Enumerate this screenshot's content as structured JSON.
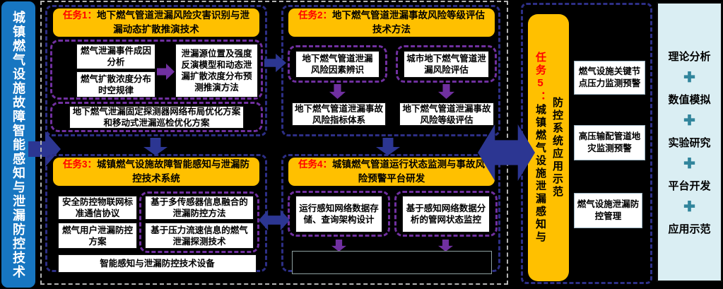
{
  "banner": {
    "text": "城镇燃气设施故障智能感知与泄漏防控技术"
  },
  "colors": {
    "banner_blue": "#1776c1",
    "header_orange": "#ffc000",
    "label_red": "#ff0000",
    "frame_navy": "#2d2f86",
    "arrow_navy": "#2c3692",
    "purple": "#7030a0",
    "panel_teal_bg": "#daeef3",
    "plus_teal": "#31859c"
  },
  "tasks": [
    {
      "label": "任务1：",
      "title": "地下燃气管道泄漏风险灾害识别与泄漏动态扩散推演技术",
      "boxes": {
        "cause": "燃气泄漏事件成因分析",
        "distribution": "燃气扩散浓度分布时空规律",
        "model": "泄漏源位置及强度反演模型和动态泄漏扩散浓度分布预测推演方法",
        "layout": "地下燃气泄漏固定探测器网络布局优化方案和移动式泄漏巡检优化方案"
      }
    },
    {
      "label": "任务2：",
      "title": "地下燃气管道泄漏事故风险等级评估技术方法",
      "boxes": {
        "factor": "地下燃气管道泄漏风险因素辨识",
        "assess": "城市地下燃气管道泄漏风险评估",
        "index": "地下燃气管道泄漏事故风险指标体系",
        "grade": "地下燃气管道泄漏事故风险等级评估"
      }
    },
    {
      "label": "任务3：",
      "title": "城镇燃气设施故障智能感知与泄漏防控技术系统",
      "boxes": {
        "protocol": "安全防控物联网标准通信协议",
        "user": "燃气用户泄漏防控方案",
        "fusion": "基于多传感器信息融合的泄漏防控方法",
        "pressure": "基于压力流速信息的燃气泄漏探测技术",
        "equipment": "智能感知与泄漏防控技术设备"
      }
    },
    {
      "label": "任务4：",
      "title": "城镇燃气管道运行状态监测与事故风险预警平台研发",
      "boxes": {
        "storage": "运行感知网络数据存储、查询架构设计",
        "monitor": "基于感知网络数据分析的管网状态监控"
      }
    }
  ],
  "task5": {
    "label": "任务5：",
    "line1": "城镇燃气设施泄漏感知与",
    "line2": "防控系统应用示范",
    "boxes": {
      "pressure_warn": "燃气设施关键节点压力监测预警",
      "geo_warn": "高压输配管道地灾监测预警",
      "leak_mgmt": "燃气设施泄漏防控管理"
    }
  },
  "methodology": {
    "items": [
      "理论分析",
      "数值模拟",
      "实验研究",
      "平台开发",
      "应用示范"
    ],
    "plus_icon": "✚"
  }
}
